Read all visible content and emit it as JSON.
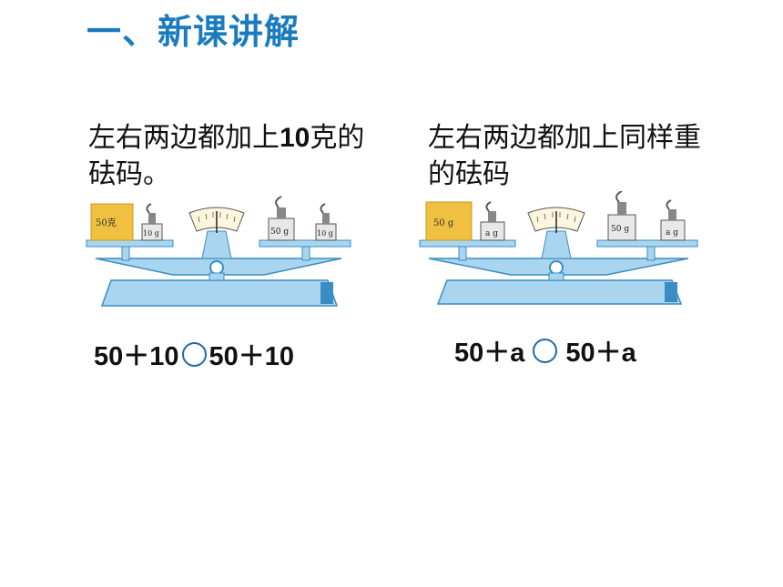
{
  "title": "一、新课讲解",
  "left": {
    "caption_prefix": "左右两边都加上",
    "caption_num": "10",
    "caption_suffix": "克的砝码。",
    "block_label": "50克",
    "left_weight_label": "10 g",
    "right_weights": [
      "50 g",
      "10 g"
    ],
    "expr_left": "50＋10",
    "expr_right": "50＋10"
  },
  "right": {
    "caption": "左右两边都加上同样重的砝码",
    "block_label": "50 g",
    "left_weight_label": "a g",
    "right_weights": [
      "50 g",
      "a g"
    ],
    "expr_left": "50＋a",
    "expr_right": "50＋a"
  },
  "colors": {
    "title": "#1a7bbf",
    "scale_body": "#a9d6ee",
    "scale_dark": "#3a8cc4",
    "block": "#f0c040",
    "circle": "#1a6aa8"
  }
}
